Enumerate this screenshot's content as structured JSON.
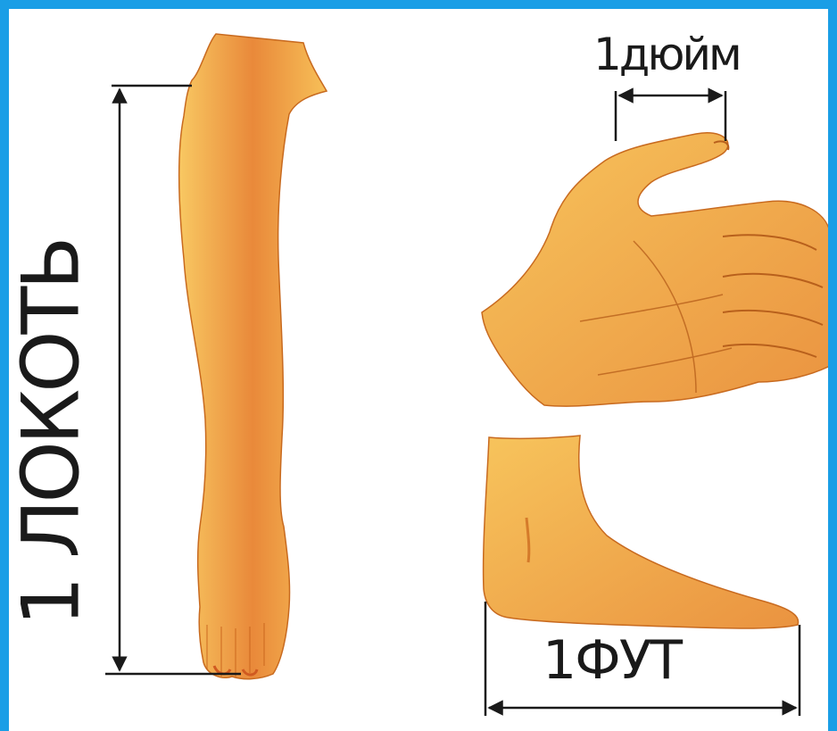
{
  "labels": {
    "elbow": "1 ЛОКОТЬ",
    "inch": "1дюйм",
    "foot": "1ФУТ"
  },
  "colors": {
    "frame": "#1a9ee6",
    "skin_light": "#f6c35a",
    "skin_dark": "#e8832a",
    "outline": "#1a1a1a"
  },
  "icons": {
    "arm": "arm-illustration",
    "hand": "thumb-hand-illustration",
    "foot": "foot-illustration"
  }
}
